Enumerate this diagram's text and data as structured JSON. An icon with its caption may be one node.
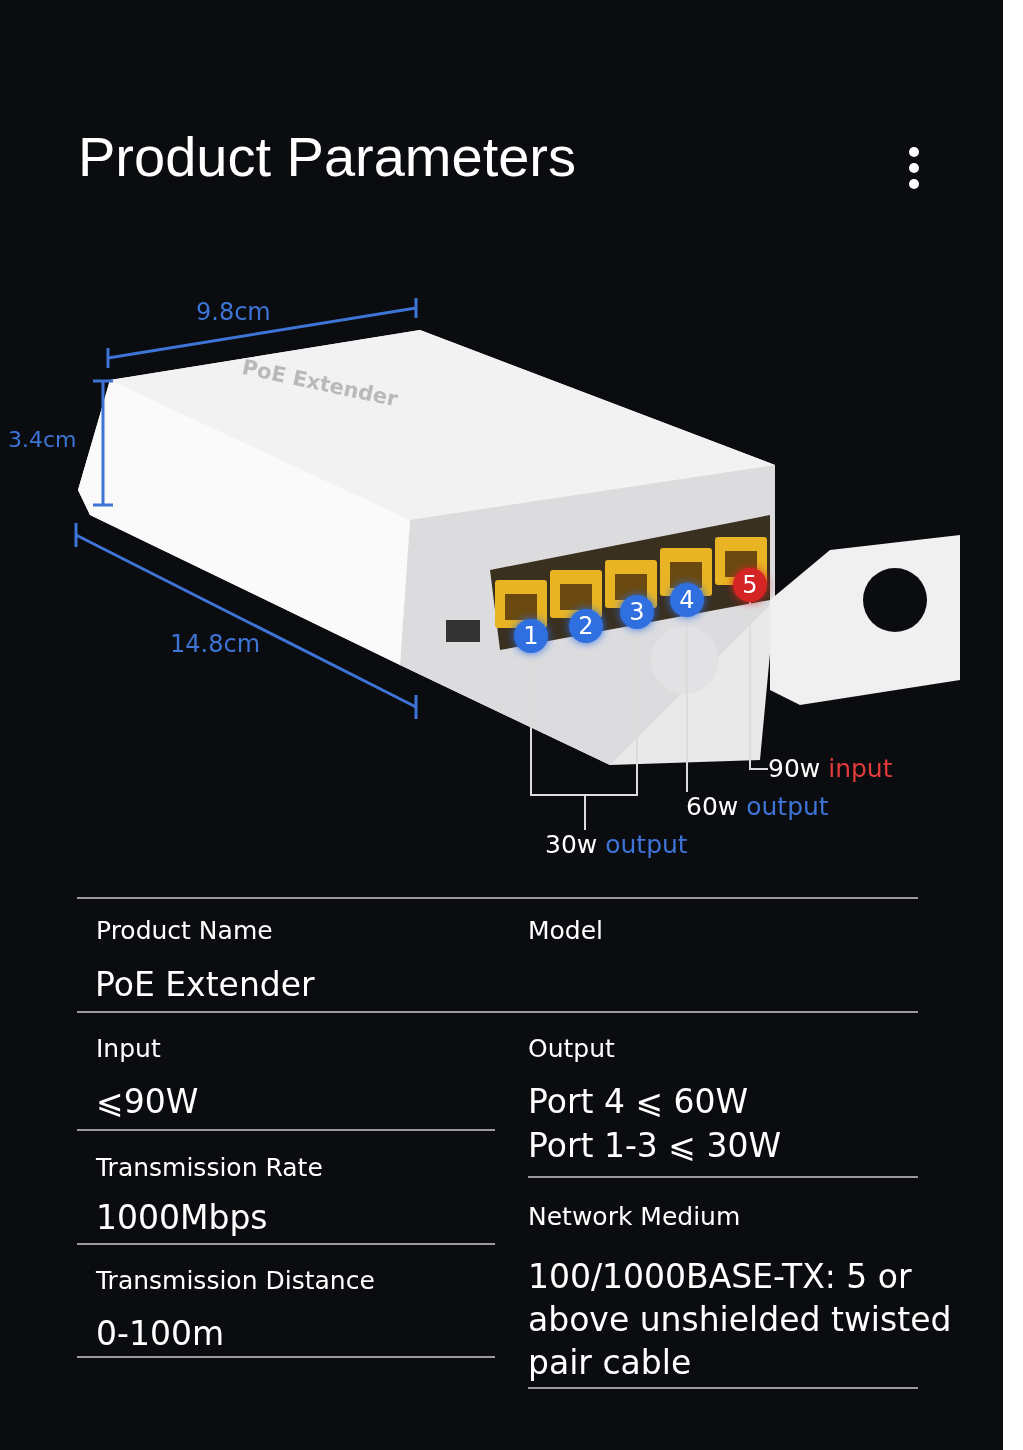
{
  "diagram": {
    "title": "Product Parameters",
    "nodes": [
      {
        "text": [
          "1"
        ]
      },
      {
        "text": [
          "2"
        ]
      },
      {
        "text": [
          "3"
        ]
      },
      {
        "text": [
          "4"
        ]
      },
      {
        "text": [
          "5"
        ]
      },
      {
        "text": [
          "90w",
          "input"
        ]
      },
      {
        "text": [
          "60w",
          "output"
        ]
      },
      {
        "text": [
          "30w",
          "output"
        ]
      }
    ],
    "edges": [
      {
        "from": 4,
        "to": 5,
        "arrow": "none"
      },
      {
        "from": 3,
        "to": 6,
        "arrow": "none"
      },
      {
        "from": 0,
        "to": 7,
        "arrow": "none"
      },
      {
        "from": 2,
        "to": 7,
        "arrow": "none"
      }
    ],
    "labels": [
      "9.8cm",
      "3.4cm",
      "14.8cm",
      "PoE Extender",
      "Product Name",
      "Model",
      "PoE Extender",
      "Input",
      "Output",
      "⩽90W",
      "Port 4 ⩽ 60W",
      "Port 1-3 ⩽ 30W",
      "Transmission Rate",
      "1000Mbps",
      "Network Medium",
      "100/1000BASE-TX: 5 or above unshielded twisted pair cable",
      "Transmission Distance",
      "0-100m"
    ]
  }
}
